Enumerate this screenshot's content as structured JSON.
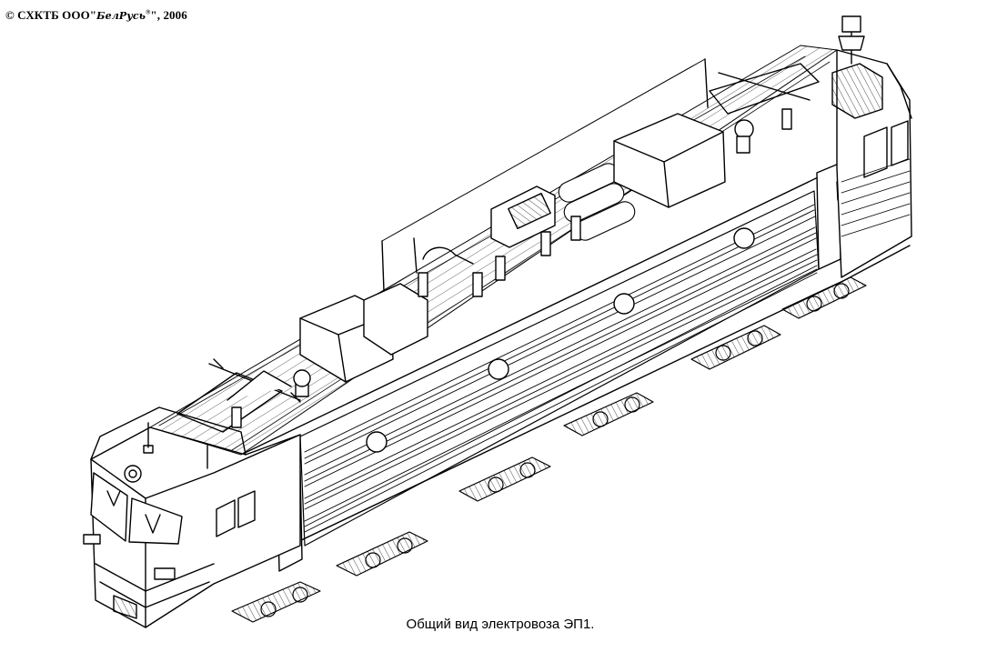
{
  "copyright": {
    "prefix": "© СХКТБ ООО\"",
    "brand": "БелРусь",
    "mark": "®",
    "suffix": "\", 2006"
  },
  "caption": "Общий вид электровоза ЭП1.",
  "colors": {
    "ink": "#000000",
    "paper": "#ffffff"
  }
}
